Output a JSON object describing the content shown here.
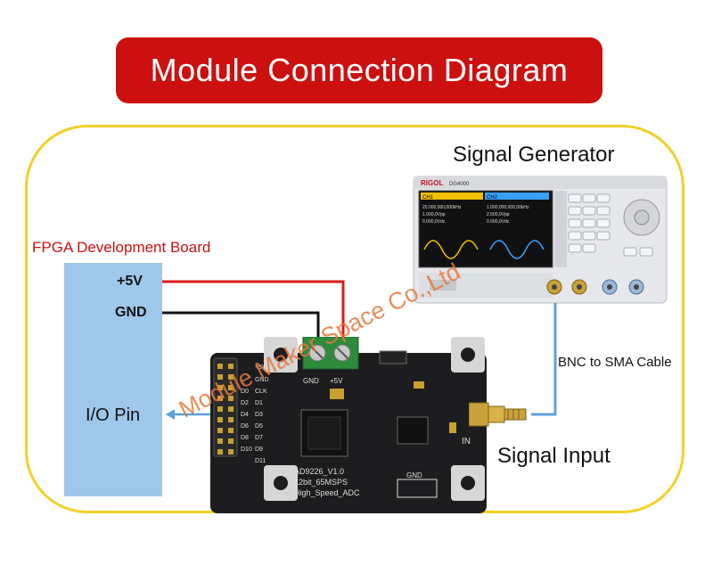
{
  "title": "Module Connection Diagram",
  "labels": {
    "signal_generator": "Signal Generator",
    "fpga_board": "FPGA Development Board",
    "pin_5v": "+5V",
    "pin_gnd": "GND",
    "io_pin": "I/O Pin",
    "cable": "BNC to SMA Cable",
    "signal_input": "Signal Input"
  },
  "generator": {
    "brand": "RIGOL",
    "model": "DG4000",
    "ch1": "CH1",
    "ch2": "CH2",
    "freq1": "20.000,000,000kHz",
    "freq2": "1.000,000,000,00kHz",
    "amp1": "1.000,0Vpp",
    "amp2": "2.500,0Vpp",
    "offset1": "0.000,0Vdc",
    "offset2": "0.000,0Vdc"
  },
  "board": {
    "name": "AD9226_V1.0",
    "spec": "12bit_65MSPS",
    "type": "High_Speed_ADC",
    "header_labels": [
      "+5V",
      "GND",
      "CLK",
      "D1",
      "D3",
      "D5",
      "D7",
      "D9",
      "D11"
    ],
    "header_labels_left": [
      "D0",
      "D2",
      "D4",
      "D6",
      "D8",
      "D10"
    ],
    "terminal_gnd": "GND",
    "terminal_5v": "+5V",
    "in_label": "IN",
    "bottom_gnd": "GND"
  },
  "watermark": "Module Maker Space Co.,Ltd",
  "colors": {
    "banner": "#cc1010",
    "frame": "#f2d028",
    "fpga": "#9fc7ea",
    "wire_5v": "#e01818",
    "wire_gnd": "#111111",
    "wire_signal": "#5aa0dc"
  }
}
